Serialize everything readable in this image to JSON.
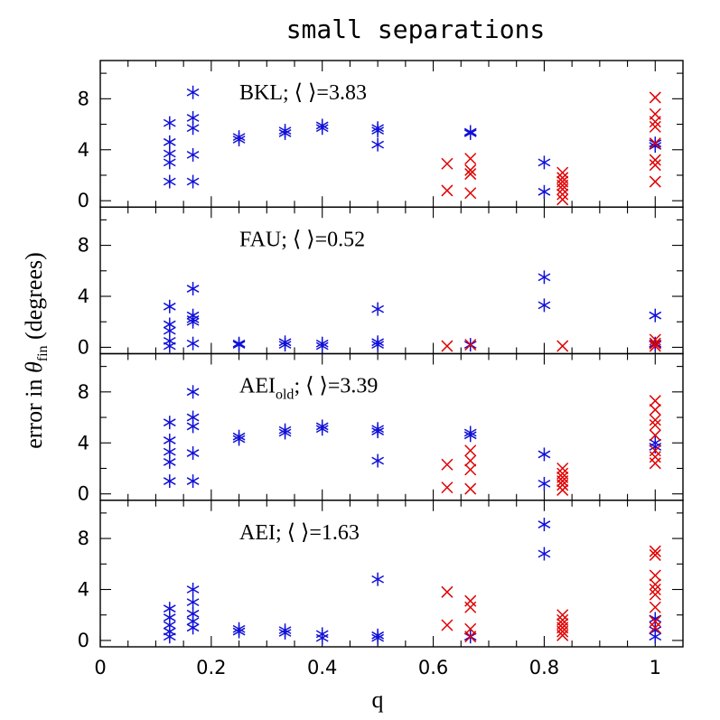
{
  "chart_data": {
    "type": "scatter",
    "title": "small separations",
    "xlabel": "q",
    "ylabel_prefix": "error in ",
    "ylabel_symbol": "θ",
    "ylabel_subscript": "fin",
    "ylabel_suffix": " (degrees)",
    "xlim": [
      0,
      1.05
    ],
    "ylim": [
      -0.5,
      11
    ],
    "xticks": [
      0,
      0.2,
      0.4,
      0.6,
      0.8,
      1
    ],
    "xtick_labels": [
      "0",
      "0.2",
      "0.4",
      "0.6",
      "0.8",
      "1"
    ],
    "yticks": [
      0,
      4,
      8
    ],
    "ytick_labels": [
      "0",
      "4",
      "8"
    ],
    "series_styles": {
      "blue": {
        "marker": "asterisk",
        "color": "#1010d8"
      },
      "red": {
        "marker": "x",
        "color": "#e00000"
      }
    },
    "panels": [
      {
        "label_prefix": "BKL; ",
        "label_sub": "",
        "label_bracket": "⟨  ⟩",
        "label_value": "=3.83",
        "blue": [
          [
            0.125,
            6.1
          ],
          [
            0.125,
            4.6
          ],
          [
            0.125,
            3.7
          ],
          [
            0.125,
            3.0
          ],
          [
            0.125,
            1.5
          ],
          [
            0.167,
            8.5
          ],
          [
            0.167,
            6.5
          ],
          [
            0.167,
            5.7
          ],
          [
            0.167,
            3.6
          ],
          [
            0.167,
            1.5
          ],
          [
            0.25,
            5.0
          ],
          [
            0.25,
            4.8
          ],
          [
            0.333,
            5.5
          ],
          [
            0.333,
            5.3
          ],
          [
            0.4,
            5.9
          ],
          [
            0.4,
            5.7
          ],
          [
            0.5,
            5.7
          ],
          [
            0.5,
            5.5
          ],
          [
            0.5,
            4.4
          ],
          [
            0.667,
            5.4
          ],
          [
            0.667,
            5.3
          ],
          [
            0.8,
            3.0
          ],
          [
            0.8,
            0.7
          ],
          [
            1.0,
            4.5
          ],
          [
            1.0,
            4.3
          ]
        ],
        "red": [
          [
            0.625,
            2.9
          ],
          [
            0.625,
            0.8
          ],
          [
            0.667,
            3.3
          ],
          [
            0.667,
            2.4
          ],
          [
            0.667,
            2.1
          ],
          [
            0.667,
            0.6
          ],
          [
            0.833,
            2.2
          ],
          [
            0.833,
            1.8
          ],
          [
            0.833,
            1.5
          ],
          [
            0.833,
            1.2
          ],
          [
            0.833,
            0.9
          ],
          [
            0.833,
            0.5
          ],
          [
            0.833,
            0.1
          ],
          [
            1.0,
            8.1
          ],
          [
            1.0,
            6.8
          ],
          [
            1.0,
            6.2
          ],
          [
            1.0,
            5.8
          ],
          [
            1.0,
            4.5
          ],
          [
            1.0,
            3.2
          ],
          [
            1.0,
            2.8
          ],
          [
            1.0,
            1.5
          ]
        ]
      },
      {
        "label_prefix": "FAU; ",
        "label_sub": "",
        "label_bracket": "⟨  ⟩",
        "label_value": "=0.52",
        "blue": [
          [
            0.125,
            3.2
          ],
          [
            0.125,
            1.8
          ],
          [
            0.125,
            1.3
          ],
          [
            0.125,
            0.5
          ],
          [
            0.125,
            0.1
          ],
          [
            0.167,
            4.6
          ],
          [
            0.167,
            2.5
          ],
          [
            0.167,
            2.2
          ],
          [
            0.167,
            2.0
          ],
          [
            0.167,
            0.3
          ],
          [
            0.25,
            0.3
          ],
          [
            0.25,
            0.2
          ],
          [
            0.333,
            0.4
          ],
          [
            0.333,
            0.2
          ],
          [
            0.4,
            0.3
          ],
          [
            0.4,
            0.1
          ],
          [
            0.5,
            3.0
          ],
          [
            0.5,
            0.4
          ],
          [
            0.5,
            0.2
          ],
          [
            0.667,
            0.2
          ],
          [
            0.8,
            5.5
          ],
          [
            0.8,
            3.3
          ],
          [
            1.0,
            2.5
          ],
          [
            1.0,
            0.3
          ],
          [
            1.0,
            0.2
          ]
        ],
        "red": [
          [
            0.625,
            0.1
          ],
          [
            0.667,
            0.2
          ],
          [
            0.833,
            0.1
          ],
          [
            1.0,
            0.6
          ],
          [
            1.0,
            0.3
          ],
          [
            1.0,
            0.1
          ]
        ]
      },
      {
        "label_prefix": "AEI",
        "label_sub": "old",
        "label_bracket": "; ⟨  ⟩",
        "label_value": "=3.39",
        "blue": [
          [
            0.125,
            5.6
          ],
          [
            0.125,
            4.2
          ],
          [
            0.125,
            3.3
          ],
          [
            0.125,
            2.5
          ],
          [
            0.125,
            1.0
          ],
          [
            0.167,
            8.0
          ],
          [
            0.167,
            6.0
          ],
          [
            0.167,
            5.3
          ],
          [
            0.167,
            3.2
          ],
          [
            0.167,
            1.0
          ],
          [
            0.25,
            4.5
          ],
          [
            0.25,
            4.3
          ],
          [
            0.333,
            5.0
          ],
          [
            0.333,
            4.8
          ],
          [
            0.4,
            5.3
          ],
          [
            0.4,
            5.1
          ],
          [
            0.5,
            5.1
          ],
          [
            0.5,
            4.9
          ],
          [
            0.5,
            2.6
          ],
          [
            0.667,
            4.8
          ],
          [
            0.667,
            4.6
          ],
          [
            0.8,
            3.1
          ],
          [
            0.8,
            0.8
          ],
          [
            1.0,
            4.0
          ],
          [
            1.0,
            3.7
          ]
        ],
        "red": [
          [
            0.625,
            2.3
          ],
          [
            0.625,
            0.5
          ],
          [
            0.667,
            3.4
          ],
          [
            0.667,
            2.6
          ],
          [
            0.667,
            1.9
          ],
          [
            0.667,
            0.4
          ],
          [
            0.833,
            2.0
          ],
          [
            0.833,
            1.6
          ],
          [
            0.833,
            1.3
          ],
          [
            0.833,
            1.0
          ],
          [
            0.833,
            0.7
          ],
          [
            0.833,
            0.3
          ],
          [
            1.0,
            7.3
          ],
          [
            1.0,
            6.6
          ],
          [
            1.0,
            5.8
          ],
          [
            1.0,
            5.4
          ],
          [
            1.0,
            4.6
          ],
          [
            1.0,
            3.4
          ],
          [
            1.0,
            2.9
          ],
          [
            1.0,
            2.4
          ]
        ]
      },
      {
        "label_prefix": "AEI; ",
        "label_sub": "",
        "label_bracket": "⟨  ⟩",
        "label_value": "=1.63",
        "blue": [
          [
            0.125,
            2.5
          ],
          [
            0.125,
            1.8
          ],
          [
            0.125,
            1.2
          ],
          [
            0.125,
            0.7
          ],
          [
            0.125,
            0.3
          ],
          [
            0.167,
            4.0
          ],
          [
            0.167,
            3.0
          ],
          [
            0.167,
            2.1
          ],
          [
            0.167,
            1.5
          ],
          [
            0.167,
            1.0
          ],
          [
            0.25,
            0.9
          ],
          [
            0.25,
            0.7
          ],
          [
            0.333,
            0.8
          ],
          [
            0.333,
            0.6
          ],
          [
            0.4,
            0.5
          ],
          [
            0.4,
            0.2
          ],
          [
            0.5,
            4.8
          ],
          [
            0.5,
            0.4
          ],
          [
            0.5,
            0.2
          ],
          [
            0.667,
            0.3
          ],
          [
            0.8,
            9.1
          ],
          [
            0.8,
            6.8
          ],
          [
            1.0,
            1.7
          ],
          [
            1.0,
            0.8
          ],
          [
            1.0,
            0.3
          ]
        ],
        "red": [
          [
            0.625,
            3.8
          ],
          [
            0.625,
            1.2
          ],
          [
            0.667,
            3.1
          ],
          [
            0.667,
            2.6
          ],
          [
            0.667,
            0.9
          ],
          [
            0.667,
            0.3
          ],
          [
            0.833,
            2.0
          ],
          [
            0.833,
            1.6
          ],
          [
            0.833,
            1.3
          ],
          [
            0.833,
            1.0
          ],
          [
            0.833,
            0.7
          ],
          [
            0.833,
            0.4
          ],
          [
            1.0,
            7.0
          ],
          [
            1.0,
            6.7
          ],
          [
            1.0,
            5.1
          ],
          [
            1.0,
            4.4
          ],
          [
            1.0,
            4.0
          ],
          [
            1.0,
            3.6
          ],
          [
            1.0,
            2.6
          ],
          [
            1.0,
            1.5
          ],
          [
            1.0,
            1.0
          ]
        ]
      }
    ]
  }
}
